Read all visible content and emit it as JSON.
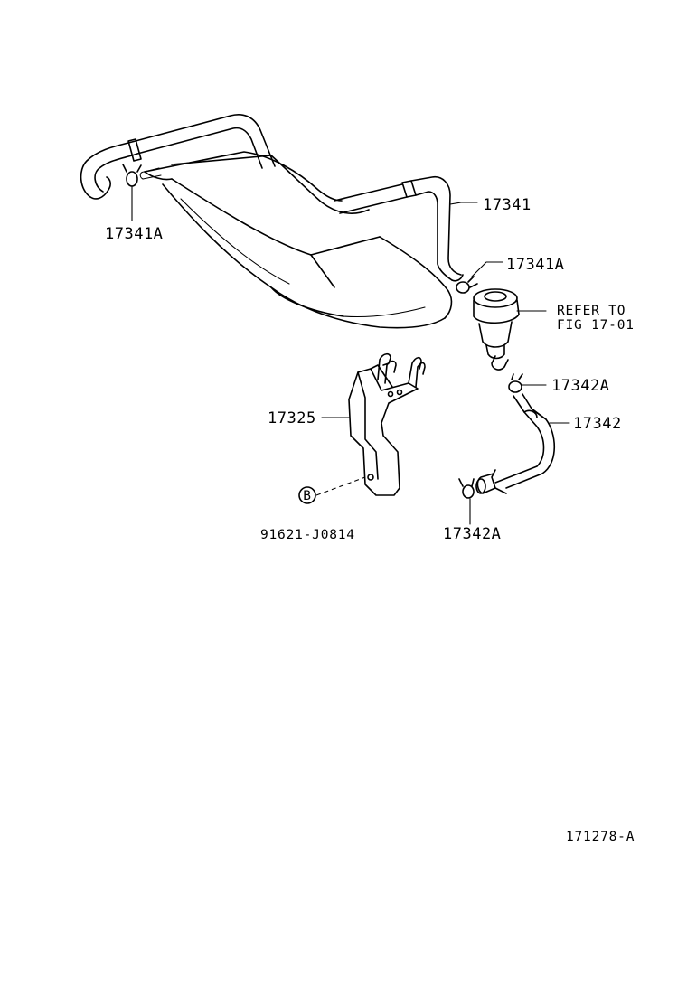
{
  "parts": {
    "hose_upper": "17341",
    "clip_left": "17341A",
    "clip_right": "17341A",
    "refer_line1": "REFER TO",
    "refer_line2": "FIG 17-01",
    "clip_mid": "17342A",
    "hose_lower": "17342",
    "clip_bottom": "17342A",
    "bracket": "17325",
    "bolt_symbol": "B",
    "bolt_number": "91621-J0814"
  },
  "figure_number": "171278-A"
}
